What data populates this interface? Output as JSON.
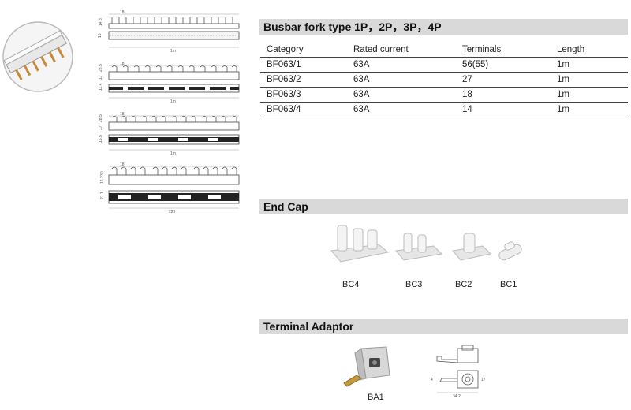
{
  "busbar": {
    "title": "Busbar fork type 1P，2P，3P，4P",
    "headers": [
      "Category",
      "Rated current",
      "Terminals",
      "Length"
    ],
    "rows": [
      [
        "BF063/1",
        "63A",
        "56(55)",
        "1m"
      ],
      [
        "BF063/2",
        "63A",
        "27",
        "1m"
      ],
      [
        "BF063/3",
        "63A",
        "18",
        "1m"
      ],
      [
        "BF063/4",
        "63A",
        "14",
        "1m"
      ]
    ]
  },
  "drawings": {
    "pitch": "18",
    "length_1m": "1m",
    "length_223": "223",
    "d1_h1": "14.8",
    "d1_h2": "15",
    "d2_h1": "28.5",
    "d2_h2": "17",
    "d2_h3": "11.4",
    "d3_h1": "28.5",
    "d3_h2": "17",
    "d3_h3": "15.5",
    "d4_h1": "30",
    "d4_h2": "16.2",
    "d4_h3": "21.1"
  },
  "endcap": {
    "title": "End Cap",
    "items": [
      "BC4",
      "BC3",
      "BC2",
      "BC1"
    ]
  },
  "adaptor": {
    "title": "Terminal Adaptor",
    "item": "BA1",
    "dim_width": "34.2",
    "dim_a": "4",
    "dim_b": "17"
  }
}
